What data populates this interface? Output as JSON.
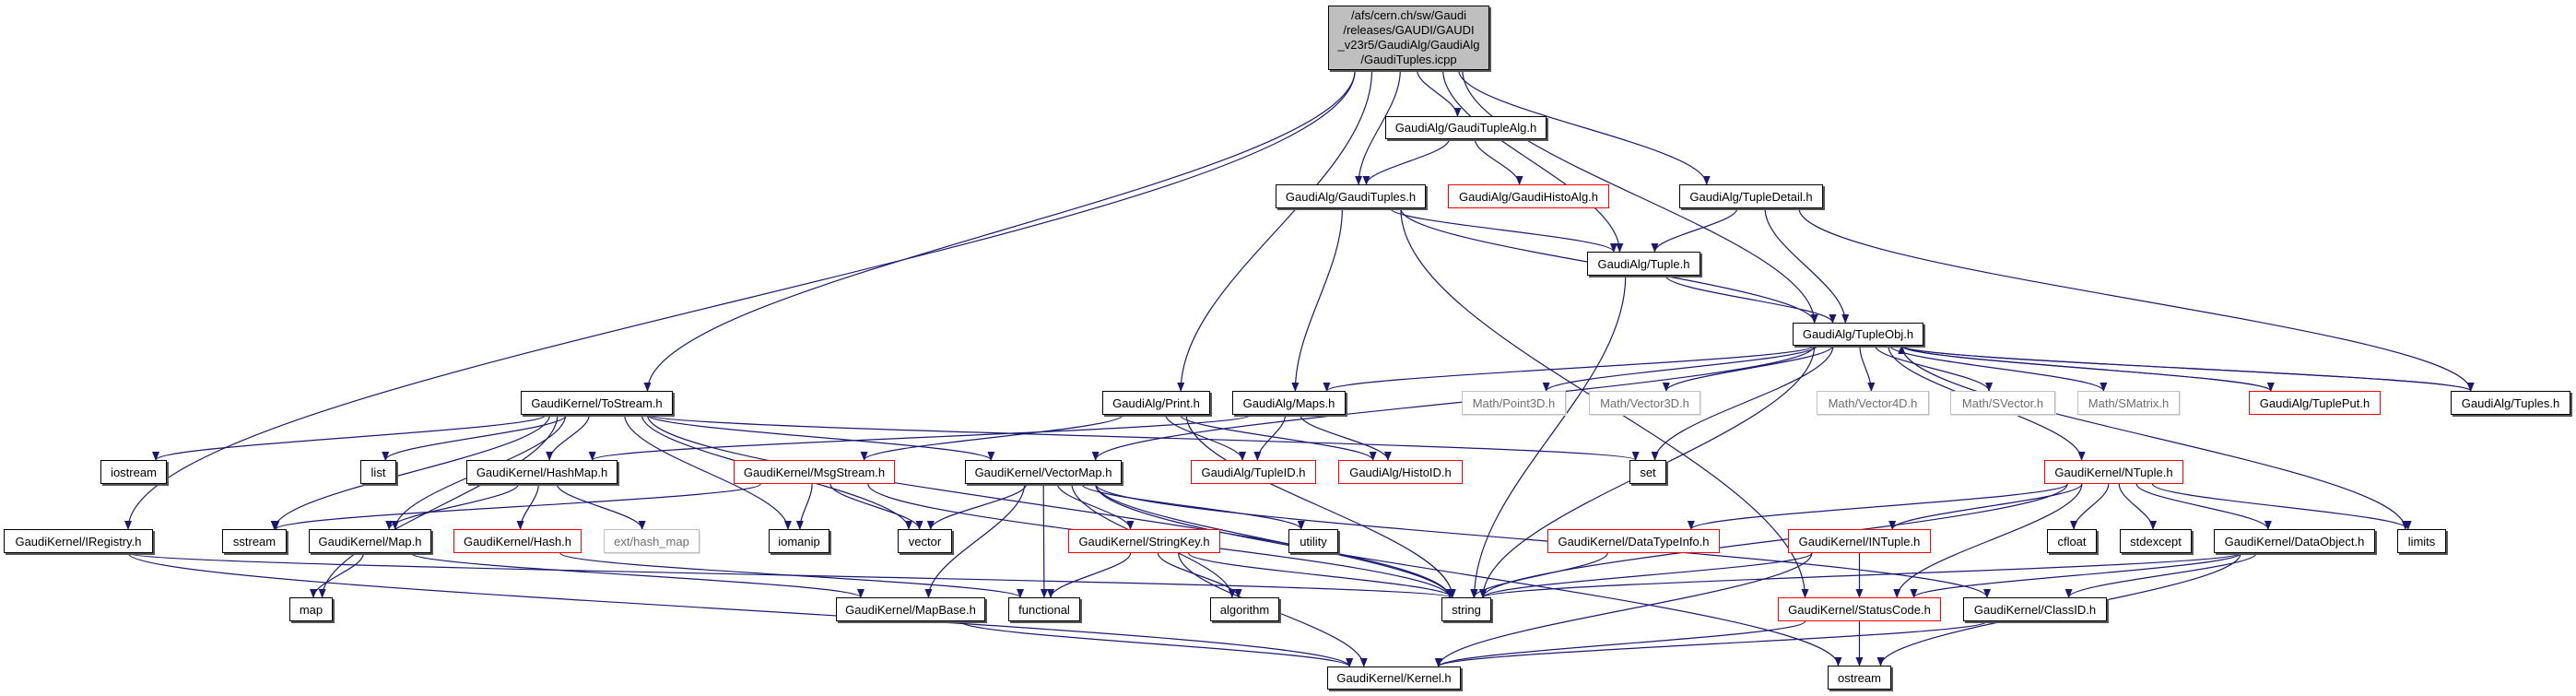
{
  "graph": {
    "type": "include-dependency-graph",
    "colors": {
      "edge": "#191970",
      "node_border": "#000000",
      "missing_border": "#ff0000",
      "external_border": "#bfbfbf",
      "root_fill": "#bfbfbf"
    },
    "nodes": [
      {
        "id": "root",
        "label": "/afs/cern.ch/sw/Gaudi\n/releases/GAUDI/GAUDI\n_v23r5/GaudiAlg/GaudiAlg\n/GaudiTuples.icpp",
        "style": "root"
      },
      {
        "id": "GaudiTupleAlg",
        "label": "GaudiAlg/GaudiTupleAlg.h",
        "style": "normal"
      },
      {
        "id": "GaudiTuples",
        "label": "GaudiAlg/GaudiTuples.h",
        "style": "normal"
      },
      {
        "id": "GaudiHistoAlg",
        "label": "GaudiAlg/GaudiHistoAlg.h",
        "style": "red"
      },
      {
        "id": "TupleDetail",
        "label": "GaudiAlg/TupleDetail.h",
        "style": "normal"
      },
      {
        "id": "Tuple",
        "label": "GaudiAlg/Tuple.h",
        "style": "normal"
      },
      {
        "id": "TupleObj",
        "label": "GaudiAlg/TupleObj.h",
        "style": "normal"
      },
      {
        "id": "ToStream",
        "label": "GaudiKernel/ToStream.h",
        "style": "normal"
      },
      {
        "id": "Print",
        "label": "GaudiAlg/Print.h",
        "style": "normal"
      },
      {
        "id": "Maps",
        "label": "GaudiAlg/Maps.h",
        "style": "normal"
      },
      {
        "id": "Point3D",
        "label": "Math/Point3D.h",
        "style": "gray"
      },
      {
        "id": "Vector3D",
        "label": "Math/Vector3D.h",
        "style": "gray"
      },
      {
        "id": "Vector4D",
        "label": "Math/Vector4D.h",
        "style": "gray"
      },
      {
        "id": "SVector",
        "label": "Math/SVector.h",
        "style": "gray"
      },
      {
        "id": "SMatrix",
        "label": "Math/SMatrix.h",
        "style": "gray"
      },
      {
        "id": "TuplePut",
        "label": "GaudiAlg/TuplePut.h",
        "style": "red"
      },
      {
        "id": "Tuples",
        "label": "GaudiAlg/Tuples.h",
        "style": "normal"
      },
      {
        "id": "iostream",
        "label": "iostream",
        "style": "normal"
      },
      {
        "id": "list",
        "label": "list",
        "style": "normal"
      },
      {
        "id": "HashMap",
        "label": "GaudiKernel/HashMap.h",
        "style": "normal"
      },
      {
        "id": "MsgStream",
        "label": "GaudiKernel/MsgStream.h",
        "style": "red"
      },
      {
        "id": "VectorMap",
        "label": "GaudiKernel/VectorMap.h",
        "style": "normal"
      },
      {
        "id": "TupleID",
        "label": "GaudiAlg/TupleID.h",
        "style": "red"
      },
      {
        "id": "HistoID",
        "label": "GaudiAlg/HistoID.h",
        "style": "red"
      },
      {
        "id": "set",
        "label": "set",
        "style": "normal"
      },
      {
        "id": "NTuple",
        "label": "GaudiKernel/NTuple.h",
        "style": "red"
      },
      {
        "id": "IRegistry",
        "label": "GaudiKernel/IRegistry.h",
        "style": "normal"
      },
      {
        "id": "sstream",
        "label": "sstream",
        "style": "normal"
      },
      {
        "id": "Map",
        "label": "GaudiKernel/Map.h",
        "style": "normal"
      },
      {
        "id": "Hash",
        "label": "GaudiKernel/Hash.h",
        "style": "red"
      },
      {
        "id": "ext_hash_map",
        "label": "ext/hash_map",
        "style": "gray"
      },
      {
        "id": "iomanip",
        "label": "iomanip",
        "style": "normal"
      },
      {
        "id": "vector",
        "label": "vector",
        "style": "normal"
      },
      {
        "id": "StringKey",
        "label": "GaudiKernel/StringKey.h",
        "style": "red"
      },
      {
        "id": "utility",
        "label": "utility",
        "style": "normal"
      },
      {
        "id": "DataTypeInfo",
        "label": "GaudiKernel/DataTypeInfo.h",
        "style": "red"
      },
      {
        "id": "INTuple",
        "label": "GaudiKernel/INTuple.h",
        "style": "red"
      },
      {
        "id": "cfloat",
        "label": "cfloat",
        "style": "normal"
      },
      {
        "id": "stdexcept",
        "label": "stdexcept",
        "style": "normal"
      },
      {
        "id": "DataObject",
        "label": "GaudiKernel/DataObject.h",
        "style": "normal"
      },
      {
        "id": "limits",
        "label": "limits",
        "style": "normal"
      },
      {
        "id": "map",
        "label": "map",
        "style": "normal"
      },
      {
        "id": "MapBase",
        "label": "GaudiKernel/MapBase.h",
        "style": "normal"
      },
      {
        "id": "functional",
        "label": "functional",
        "style": "normal"
      },
      {
        "id": "algorithm",
        "label": "algorithm",
        "style": "normal"
      },
      {
        "id": "string",
        "label": "string",
        "style": "normal"
      },
      {
        "id": "StatusCode",
        "label": "GaudiKernel/StatusCode.h",
        "style": "red"
      },
      {
        "id": "ClassID",
        "label": "GaudiKernel/ClassID.h",
        "style": "normal"
      },
      {
        "id": "Kernel",
        "label": "GaudiKernel/Kernel.h",
        "style": "normal"
      },
      {
        "id": "ostream",
        "label": "ostream",
        "style": "normal"
      }
    ],
    "edges": [
      [
        "root",
        "IRegistry"
      ],
      [
        "root",
        "ToStream"
      ],
      [
        "root",
        "Print"
      ],
      [
        "root",
        "GaudiTuples"
      ],
      [
        "root",
        "GaudiTupleAlg"
      ],
      [
        "root",
        "Tuple"
      ],
      [
        "root",
        "TupleDetail"
      ],
      [
        "root",
        "TupleObj"
      ],
      [
        "GaudiTupleAlg",
        "GaudiTuples"
      ],
      [
        "GaudiTupleAlg",
        "GaudiHistoAlg"
      ],
      [
        "GaudiTuples",
        "Tuple"
      ],
      [
        "GaudiTuples",
        "TupleObj"
      ],
      [
        "GaudiTuples",
        "Maps"
      ],
      [
        "GaudiTuples",
        "StatusCode"
      ],
      [
        "TupleDetail",
        "Tuple"
      ],
      [
        "TupleDetail",
        "TupleObj"
      ],
      [
        "TupleDetail",
        "Tuples"
      ],
      [
        "Tuple",
        "TupleObj"
      ],
      [
        "Tuple",
        "string"
      ],
      [
        "TupleObj",
        "VectorMap"
      ],
      [
        "TupleObj",
        "Maps"
      ],
      [
        "TupleObj",
        "Point3D"
      ],
      [
        "TupleObj",
        "Vector3D"
      ],
      [
        "TupleObj",
        "Vector4D"
      ],
      [
        "TupleObj",
        "SVector"
      ],
      [
        "TupleObj",
        "SMatrix"
      ],
      [
        "TupleObj",
        "TuplePut"
      ],
      [
        "TupleObj",
        "Tuples"
      ],
      [
        "TupleObj",
        "set"
      ],
      [
        "TupleObj",
        "string"
      ],
      [
        "TupleObj",
        "limits"
      ],
      [
        "TupleObj",
        "NTuple"
      ],
      [
        "TuplePut",
        "TupleObj"
      ],
      [
        "Tuples",
        "TupleObj"
      ],
      [
        "ToStream",
        "iostream"
      ],
      [
        "ToStream",
        "list"
      ],
      [
        "ToStream",
        "sstream"
      ],
      [
        "ToStream",
        "map"
      ],
      [
        "ToStream",
        "HashMap"
      ],
      [
        "ToStream",
        "Map"
      ],
      [
        "ToStream",
        "iomanip"
      ],
      [
        "ToStream",
        "vector"
      ],
      [
        "ToStream",
        "VectorMap"
      ],
      [
        "ToStream",
        "set"
      ],
      [
        "ToStream",
        "string"
      ],
      [
        "Print",
        "TupleID"
      ],
      [
        "Print",
        "HistoID"
      ],
      [
        "Print",
        "MsgStream"
      ],
      [
        "Print",
        "string"
      ],
      [
        "Maps",
        "TupleID"
      ],
      [
        "Maps",
        "HistoID"
      ],
      [
        "Maps",
        "HashMap"
      ],
      [
        "HashMap",
        "Map"
      ],
      [
        "HashMap",
        "Hash"
      ],
      [
        "HashMap",
        "ext_hash_map"
      ],
      [
        "MsgStream",
        "sstream"
      ],
      [
        "MsgStream",
        "iomanip"
      ],
      [
        "MsgStream",
        "vector"
      ],
      [
        "MsgStream",
        "string"
      ],
      [
        "Map",
        "map"
      ],
      [
        "Map",
        "MapBase"
      ],
      [
        "Hash",
        "functional"
      ],
      [
        "IRegistry",
        "Kernel"
      ],
      [
        "IRegistry",
        "string"
      ],
      [
        "VectorMap",
        "vector"
      ],
      [
        "VectorMap",
        "MapBase"
      ],
      [
        "VectorMap",
        "functional"
      ],
      [
        "VectorMap",
        "StringKey"
      ],
      [
        "VectorMap",
        "algorithm"
      ],
      [
        "VectorMap",
        "utility"
      ],
      [
        "VectorMap",
        "string"
      ],
      [
        "VectorMap",
        "ostream"
      ],
      [
        "VectorMap",
        "ClassID"
      ],
      [
        "StringKey",
        "functional"
      ],
      [
        "StringKey",
        "algorithm"
      ],
      [
        "StringKey",
        "string"
      ],
      [
        "StringKey",
        "Kernel"
      ],
      [
        "MapBase",
        "Kernel"
      ],
      [
        "DataTypeInfo",
        "string"
      ],
      [
        "NTuple",
        "DataTypeInfo"
      ],
      [
        "NTuple",
        "INTuple"
      ],
      [
        "NTuple",
        "cfloat"
      ],
      [
        "NTuple",
        "stdexcept"
      ],
      [
        "NTuple",
        "DataObject"
      ],
      [
        "NTuple",
        "limits"
      ],
      [
        "NTuple",
        "string"
      ],
      [
        "NTuple",
        "StatusCode"
      ],
      [
        "INTuple",
        "StatusCode"
      ],
      [
        "INTuple",
        "Kernel"
      ],
      [
        "INTuple",
        "string"
      ],
      [
        "DataObject",
        "string"
      ],
      [
        "DataObject",
        "StatusCode"
      ],
      [
        "DataObject",
        "ClassID"
      ],
      [
        "DataObject",
        "ostream"
      ],
      [
        "StatusCode",
        "Kernel"
      ],
      [
        "StatusCode",
        "ostream"
      ],
      [
        "ClassID",
        "Kernel"
      ]
    ]
  }
}
